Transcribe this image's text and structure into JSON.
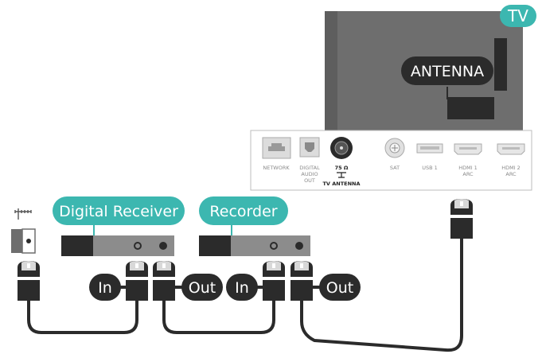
{
  "tv_badge": "TV",
  "antenna_label": "ANTENNA",
  "tv_ports": {
    "network": "NETWORK",
    "digital_audio_1": "DIGITAL",
    "digital_audio_2": "AUDIO",
    "digital_audio_3": "OUT",
    "antenna_value": "75 Ω",
    "antenna_name": "TV ANTENNA",
    "sat": "SAT",
    "usb": "USB 1",
    "hdmi1_1": "HDMI 1",
    "hdmi1_2": "ARC",
    "hdmi2_1": "HDMI 2",
    "hdmi2_2": "ARC"
  },
  "devices": {
    "digital_receiver": "Digital Receiver",
    "recorder": "Recorder"
  },
  "connectors": {
    "receiver_in": "In",
    "receiver_out": "Out",
    "recorder_in": "In",
    "recorder_out": "Out"
  },
  "colors": {
    "accent": "#3cb7b0",
    "dark": "#2b2b2b",
    "tv_gray": "#6e6e6e",
    "device_gray": "#8c8c8c"
  }
}
